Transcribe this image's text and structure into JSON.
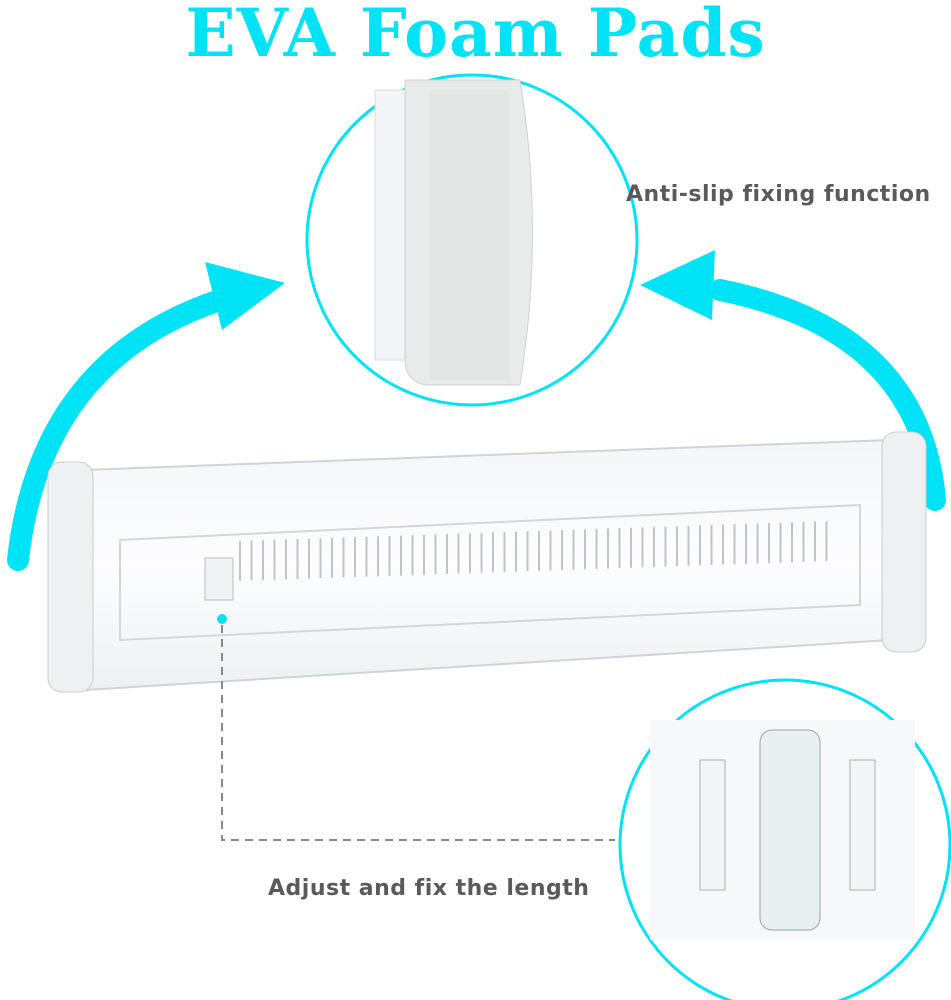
{
  "title": "EVA Foam Pads",
  "callouts": {
    "top": "Anti-slip fixing function",
    "bottom": "Adjust and fix the length"
  },
  "colors": {
    "accent": "#00e2f5",
    "label": "#5a5a5a"
  }
}
